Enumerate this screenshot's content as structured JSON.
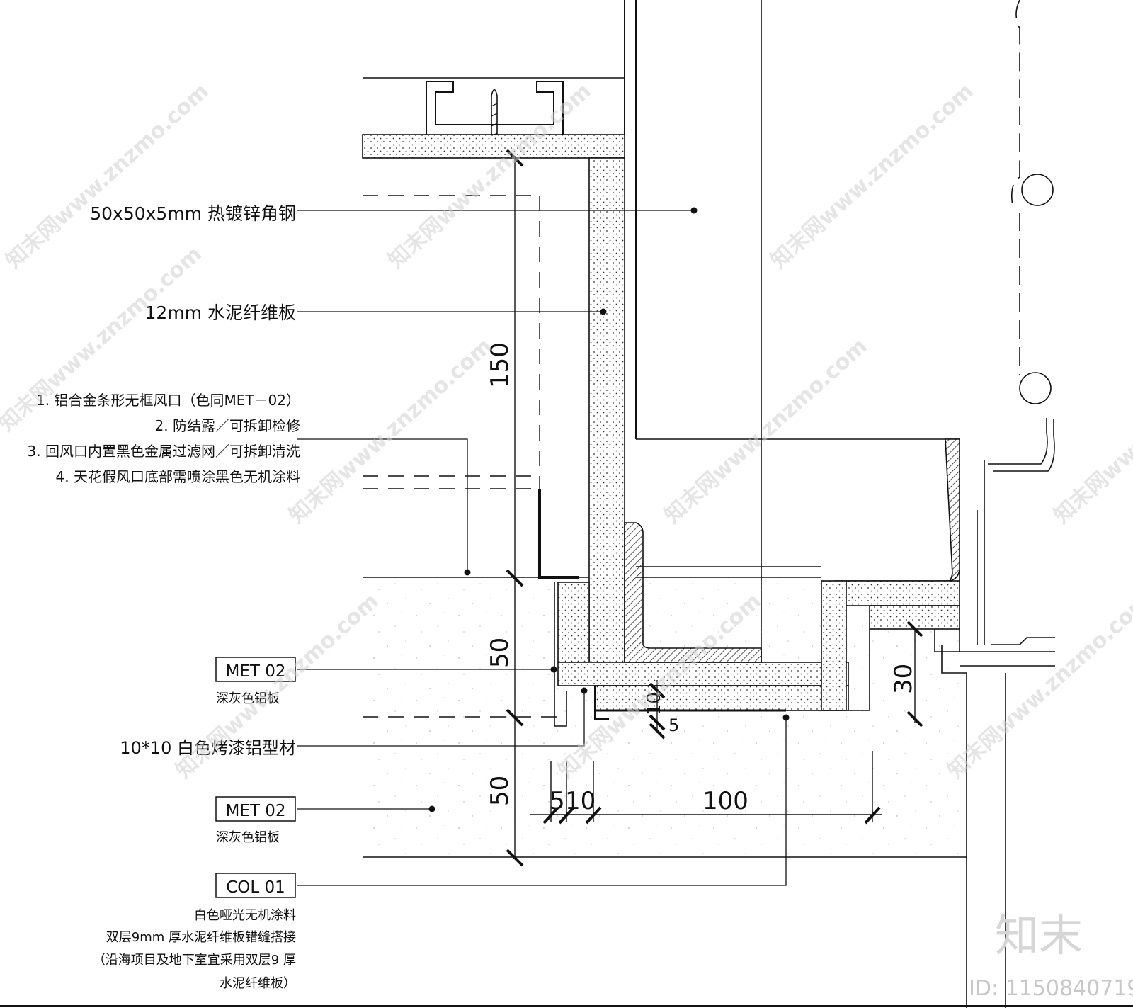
{
  "callouts": {
    "angle_steel": "50x50x5mm 热镀锌角钢",
    "cement_board_12": "12mm 水泥纤维板",
    "vent_note_1": "1. 铝合金条形无框风口（色同MET－02）",
    "vent_note_2": "2. 防结露／可拆卸检修",
    "vent_note_3": "3. 回风口内置黑色金属过滤网／可拆卸清洗",
    "vent_note_4": "4. 天花假风口底部需喷涂黑色无机涂料",
    "met02_tag_a": "MET 02",
    "met02_desc_a": "深灰色铝板",
    "profile_10x10": "10*10 白色烤漆铝型材",
    "met02_tag_b": "MET 02",
    "met02_desc_b": "深灰色铝板",
    "col01_tag": "COL 01",
    "col01_desc_1": "白色哑光无机涂料",
    "col01_desc_2": "双层9mm 厚水泥纤维板错缝搭接",
    "col01_desc_3": "（沿海项目及地下室宜采用双层9 厚",
    "col01_desc_4": "水泥纤维板）"
  },
  "dimensions": {
    "d150": "150",
    "d50_upper": "50",
    "d50_lower": "50",
    "d30": "30",
    "d10_small": "10",
    "d5_small": "5",
    "d5": "5",
    "d10": "10",
    "d100": "100"
  },
  "watermark": {
    "text": "知末网www.znzmo.com",
    "logo": "知末",
    "id_label": "ID: 1150840719"
  }
}
